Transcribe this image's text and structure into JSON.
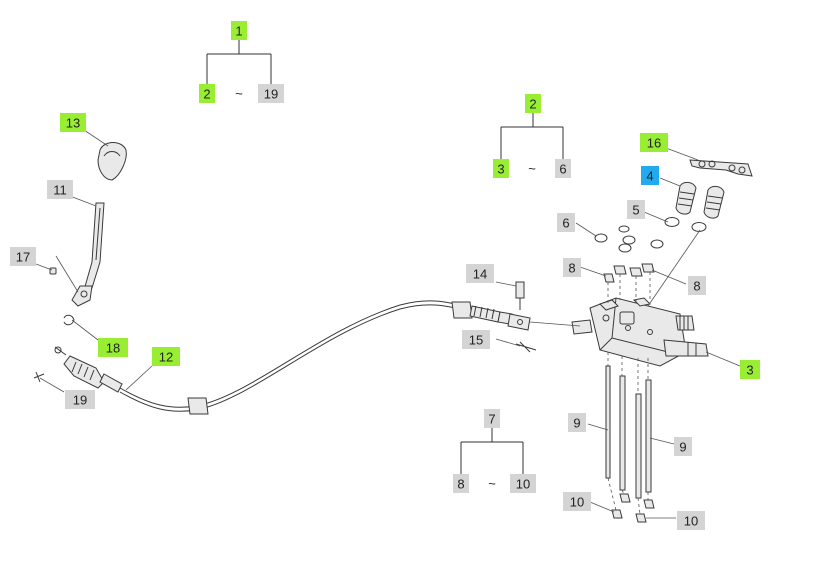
{
  "colors": {
    "callout_green": "#99ee33",
    "callout_blue": "#22aaee",
    "callout_gray": "#d4d4d4"
  },
  "callouts": [
    {
      "id": "c-13",
      "text": "13",
      "color": "green"
    },
    {
      "id": "c-11",
      "text": "11",
      "color": "gray"
    },
    {
      "id": "c-17",
      "text": "17",
      "color": "gray"
    },
    {
      "id": "c-18",
      "text": "18",
      "color": "green"
    },
    {
      "id": "c-12",
      "text": "12",
      "color": "green"
    },
    {
      "id": "c-19",
      "text": "19",
      "color": "gray"
    },
    {
      "id": "c-14",
      "text": "14",
      "color": "gray"
    },
    {
      "id": "c-15",
      "text": "15",
      "color": "gray"
    },
    {
      "id": "c-16",
      "text": "16",
      "color": "green"
    },
    {
      "id": "c-4",
      "text": "4",
      "color": "blue"
    },
    {
      "id": "c-5",
      "text": "5",
      "color": "gray"
    },
    {
      "id": "c-6",
      "text": "6",
      "color": "gray"
    },
    {
      "id": "c-8a",
      "text": "8",
      "color": "gray"
    },
    {
      "id": "c-8b",
      "text": "8",
      "color": "gray"
    },
    {
      "id": "c-3",
      "text": "3",
      "color": "green"
    },
    {
      "id": "c-9a",
      "text": "9",
      "color": "gray"
    },
    {
      "id": "c-9b",
      "text": "9",
      "color": "gray"
    },
    {
      "id": "c-10a",
      "text": "10",
      "color": "gray"
    },
    {
      "id": "c-10b",
      "text": "10",
      "color": "gray"
    }
  ],
  "trees": [
    {
      "id": "t-1",
      "parent": "1",
      "parent_color": "green",
      "left": "2",
      "left_color": "green",
      "right": "19",
      "right_color": "gray",
      "sep": "~"
    },
    {
      "id": "t-2",
      "parent": "2",
      "parent_color": "green",
      "left": "3",
      "left_color": "green",
      "right": "6",
      "right_color": "gray",
      "sep": "~"
    },
    {
      "id": "t-7",
      "parent": "7",
      "parent_color": "gray",
      "left": "8",
      "left_color": "gray",
      "right": "10",
      "right_color": "gray",
      "sep": "~"
    }
  ]
}
